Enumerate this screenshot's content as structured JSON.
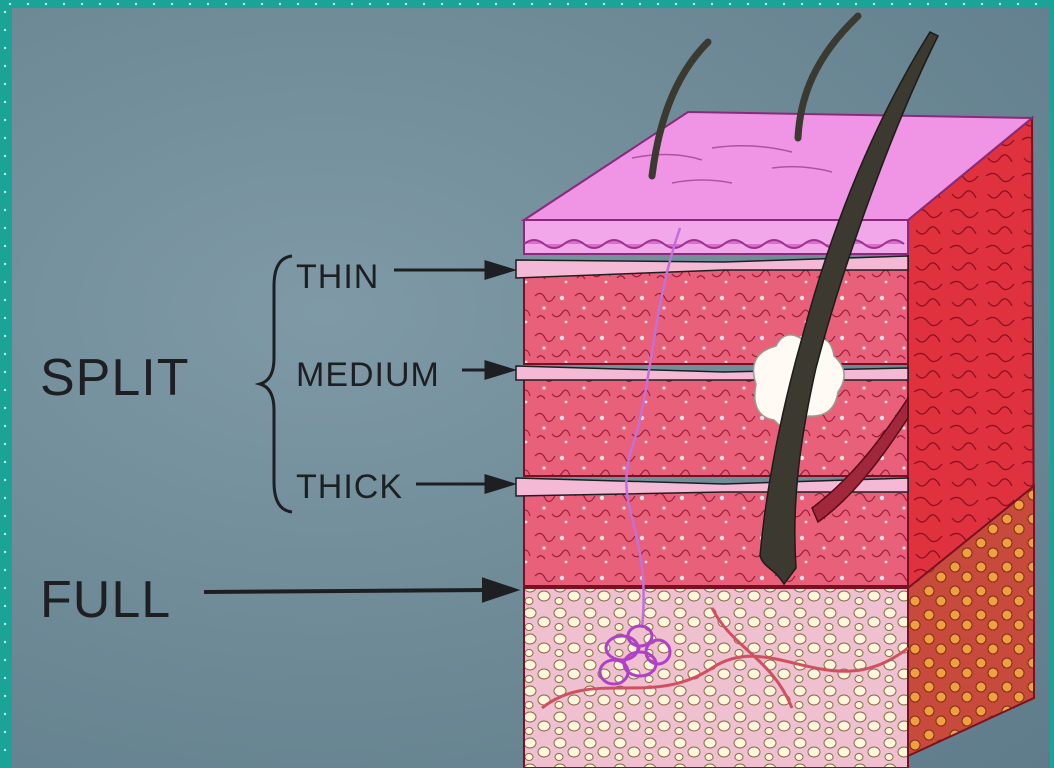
{
  "labels": {
    "split": "SPLIT",
    "full": "FULL",
    "thin": "THIN",
    "medium": "MEDIUM",
    "thick": "THICK"
  },
  "colors": {
    "background": "#6f8b98",
    "frame": "#1aa396",
    "epidermis_top": "#f095e6",
    "dermis": "#e8607a",
    "side_face": "#e0323e",
    "fat": "#f0c8d0",
    "hair": "#3a3a30",
    "ink": "#1d1f22"
  }
}
